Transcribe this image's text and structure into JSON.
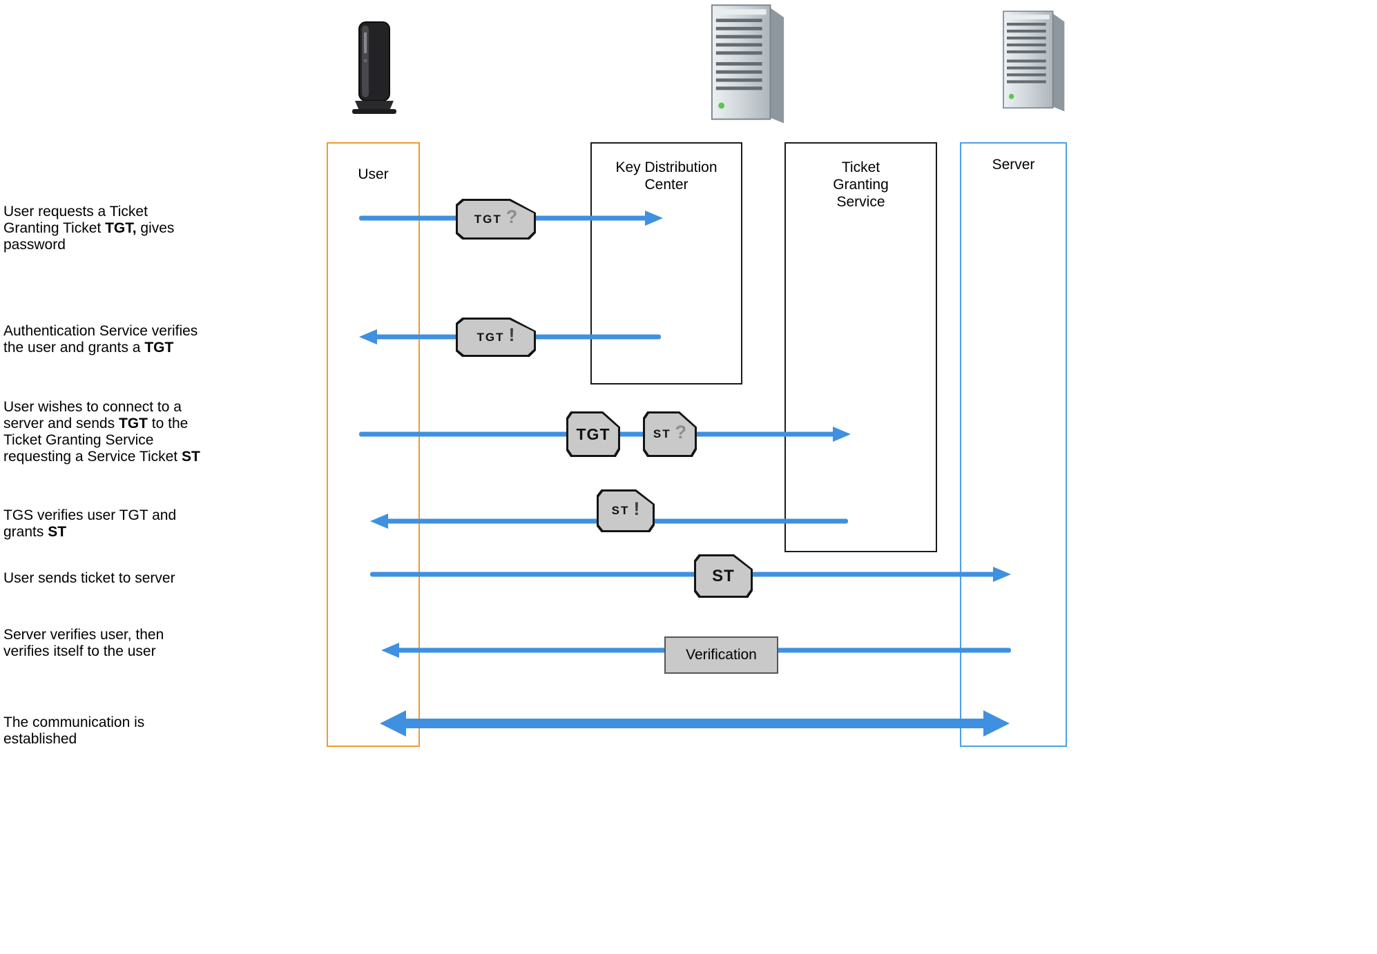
{
  "lanes": {
    "user": {
      "label": "User"
    },
    "kdc": {
      "label": "Key Distribution Center"
    },
    "tgs": {
      "label": "Ticket Granting Service"
    },
    "server": {
      "label": "Server"
    }
  },
  "steps": [
    {
      "parts": [
        {
          "t": "User requests a Ticket Granting Ticket "
        },
        {
          "t": "TGT,",
          "b": true
        },
        {
          "t": " gives password"
        }
      ]
    },
    {
      "parts": [
        {
          "t": "Authentication Service verifies the user and grants a "
        },
        {
          "t": "TGT",
          "b": true
        }
      ]
    },
    {
      "parts": [
        {
          "t": "User wishes to connect to a server and sends "
        },
        {
          "t": "TGT",
          "b": true
        },
        {
          "t": " to the Ticket Granting Service requesting a Service Ticket "
        },
        {
          "t": "ST",
          "b": true
        }
      ]
    },
    {
      "parts": [
        {
          "t": "TGS verifies user TGT and grants "
        },
        {
          "t": "ST",
          "b": true
        }
      ]
    },
    {
      "parts": [
        {
          "t": "User sends ticket to server"
        }
      ]
    },
    {
      "parts": [
        {
          "t": "Server verifies user, then verifies itself to the user"
        }
      ]
    },
    {
      "parts": [
        {
          "t": "The communication is established"
        }
      ]
    }
  ],
  "tickets": {
    "tgt_request": {
      "label": "TGT",
      "symbol": "?"
    },
    "tgt_grant": {
      "label": "TGT",
      "symbol": "!"
    },
    "tgt_plain": {
      "label": "TGT",
      "symbol": ""
    },
    "st_request": {
      "label": "ST",
      "symbol": "?"
    },
    "st_grant": {
      "label": "ST",
      "symbol": "!"
    },
    "st_plain": {
      "label": "ST",
      "symbol": ""
    }
  },
  "verification": {
    "label": "Verification"
  },
  "colors": {
    "arrow": "#3f90e0",
    "user_lane": "#ef9b2d",
    "server_lane": "#4aa0e8",
    "lane_border": "#1a1a1a",
    "ticket_fill": "#c9c9c9",
    "ticket_border": "#141414",
    "verification_fill": "#c9c9c9",
    "verification_border": "#555555"
  }
}
